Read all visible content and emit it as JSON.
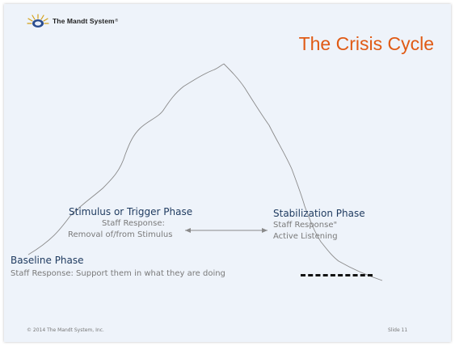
{
  "header": {
    "logo_text": "The Mandt System",
    "logo_mark": "®",
    "title": "The Crisis Cycle"
  },
  "phases": {
    "trigger": {
      "title": "Stimulus or Trigger Phase",
      "response_label": "Staff Response:",
      "response_text": "Removal of/from Stimulus"
    },
    "stabilization": {
      "title": "Stabilization Phase",
      "response_label": "Staff Response\"",
      "response_text": "Active Listening"
    },
    "baseline": {
      "title": "Baseline Phase",
      "response_text": "Staff Response:  Support them in what they are doing"
    }
  },
  "footer": {
    "copyright": "© 2014 The Mandt System, Inc.",
    "slide_number": "Slide 11"
  },
  "colors": {
    "title": "#e05a14",
    "phase_title": "#1e3a5f",
    "staff_text": "#7a7a7a",
    "background": "#eef3fa"
  },
  "icons": [
    "mandt-logo-icon",
    "double-arrow-icon"
  ]
}
